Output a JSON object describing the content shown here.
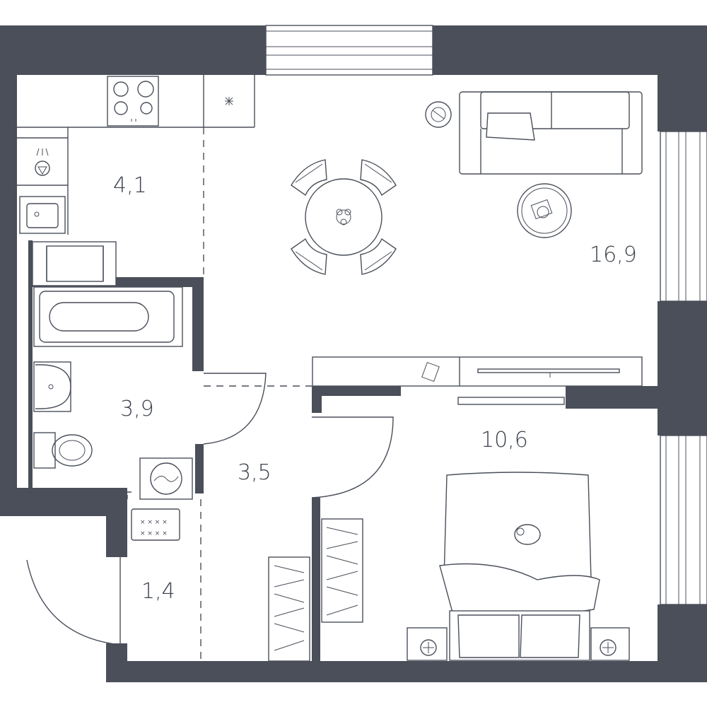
{
  "colors": {
    "wall": "#4a4f5a",
    "line": "#4a4f5a",
    "text": "#3c414b",
    "background": "#ffffff"
  },
  "rooms": [
    {
      "id": "kitchen",
      "area": "4,1"
    },
    {
      "id": "living-room",
      "area": "16,9"
    },
    {
      "id": "bathroom",
      "area": "3,9"
    },
    {
      "id": "hallway",
      "area": "3,5"
    },
    {
      "id": "bedroom",
      "area": "10,6"
    },
    {
      "id": "entrance",
      "area": "1,4"
    }
  ],
  "icons": [
    "stove-icon",
    "sink-icon",
    "faucet-icon",
    "bathtub-icon",
    "washbasin-icon",
    "toilet-icon",
    "washing-machine-icon",
    "sofa-icon",
    "dining-table-icon",
    "tv-icon",
    "bed-icon",
    "wardrobe-icon",
    "plant-icon"
  ]
}
